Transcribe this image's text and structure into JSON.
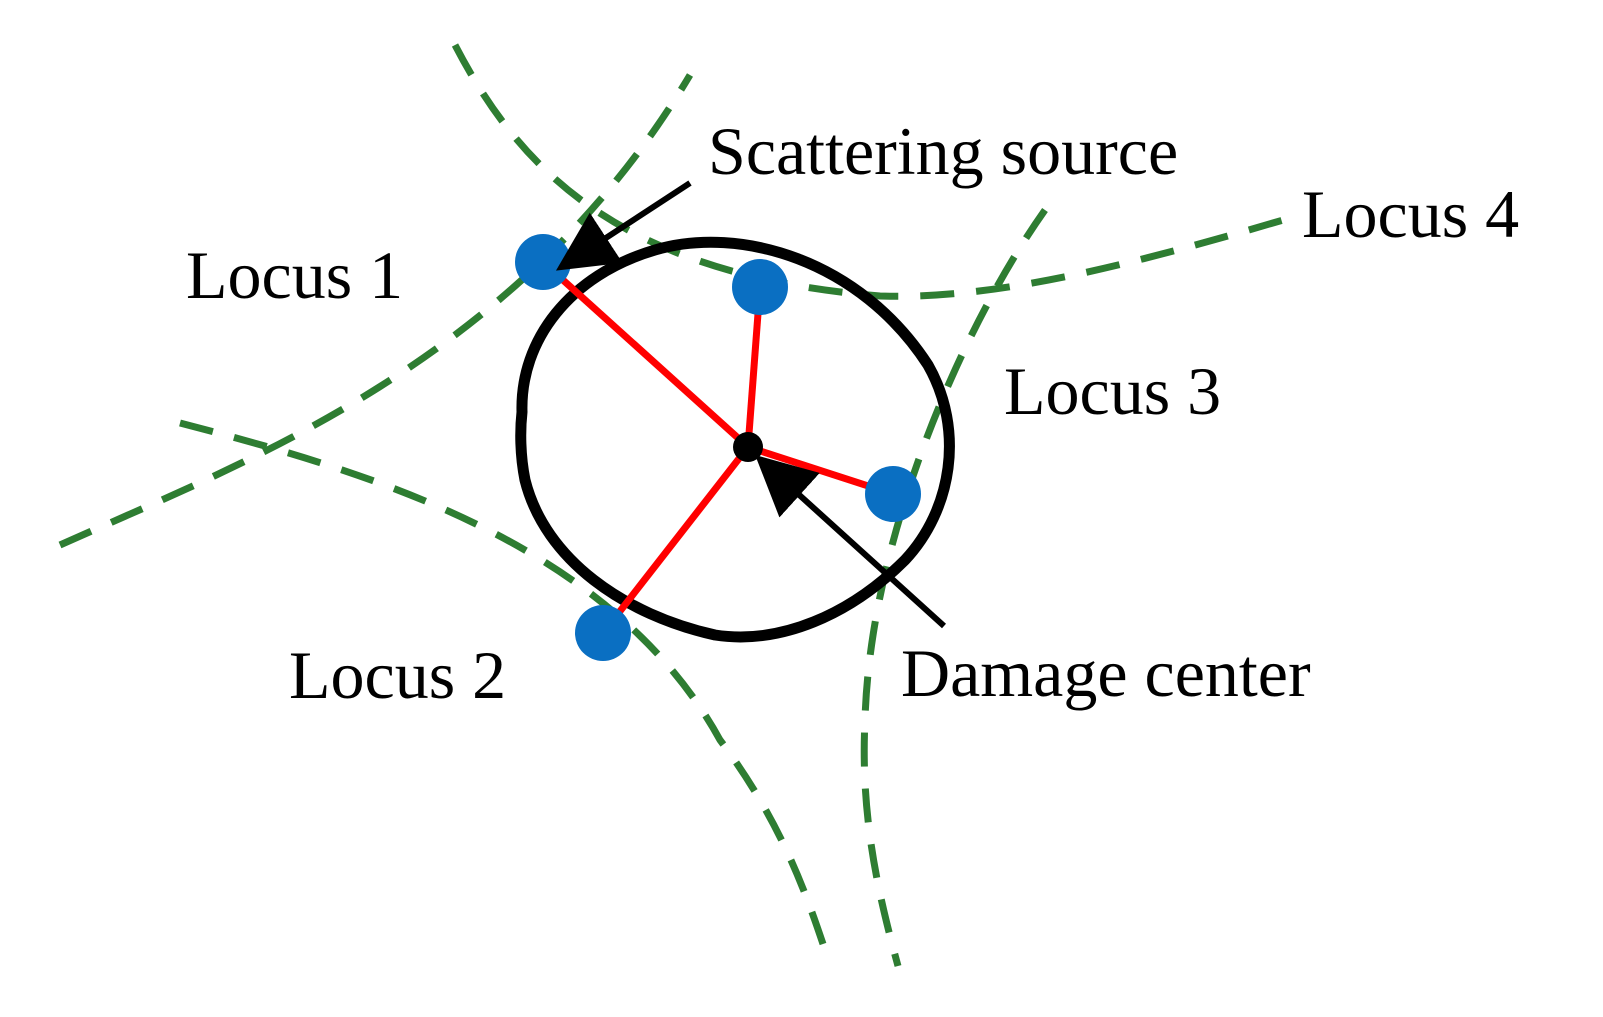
{
  "labels": {
    "scattering_source": "Scattering source",
    "locus_1": "Locus 1",
    "locus_2": "Locus 2",
    "locus_3": "Locus 3",
    "locus_4": "Locus 4",
    "damage_center": "Damage center"
  },
  "colors": {
    "locus_line": "#2E7D32",
    "scattering_point": "#0A6FC2",
    "connector_line": "#FF0000",
    "damage_outline": "#000000",
    "damage_center": "#000000",
    "arrow": "#000000"
  }
}
